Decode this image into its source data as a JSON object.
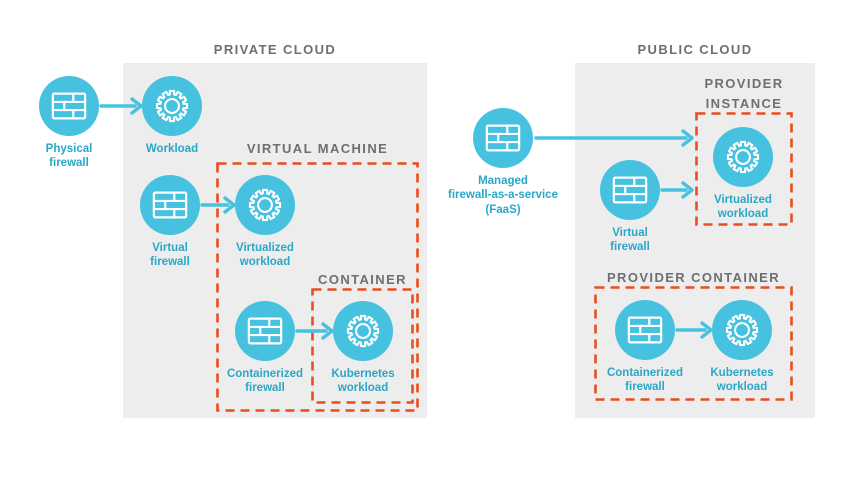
{
  "colors": {
    "cyan": "#46C1DF",
    "teal_text": "#2AA7C6",
    "gray_title": "#6E6F72",
    "box_bg": "#EDEDED",
    "orange": "#E84E1F",
    "icon_stroke": "#FFFFFF"
  },
  "sections": {
    "private": {
      "title": "PRIVATE CLOUD"
    },
    "public": {
      "title": "PUBLIC CLOUD"
    }
  },
  "groups": {
    "virtual_machine": {
      "title": "VIRTUAL MACHINE"
    },
    "container": {
      "title": "CONTAINER"
    },
    "provider_instance": {
      "title": "PROVIDER\nINSTANCE"
    },
    "provider_container": {
      "title": "PROVIDER CONTAINER"
    }
  },
  "nodes": [
    {
      "id": "physical-firewall",
      "icon": "firewall-brick-icon",
      "label": "Physical\nfirewall"
    },
    {
      "id": "workload",
      "icon": "workload-gear-icon",
      "label": "Workload"
    },
    {
      "id": "virtual-firewall-private",
      "icon": "firewall-brick-icon",
      "label": "Virtual\nfirewall"
    },
    {
      "id": "virtualized-workload-private",
      "icon": "workload-gear-icon",
      "label": "Virtualized\nworkload"
    },
    {
      "id": "containerized-firewall-private",
      "icon": "firewall-brick-icon",
      "label": "Containerized\nfirewall"
    },
    {
      "id": "kubernetes-workload-private",
      "icon": "workload-gear-icon",
      "label": "Kubernetes\nworkload"
    },
    {
      "id": "managed-faas",
      "icon": "firewall-brick-icon",
      "label": "Managed\nfirewall-as-a-service\n(FaaS)"
    },
    {
      "id": "virtual-firewall-public",
      "icon": "firewall-brick-icon",
      "label": "Virtual\nfirewall"
    },
    {
      "id": "virtualized-workload-public",
      "icon": "workload-gear-icon",
      "label": "Virtualized\nworkload"
    },
    {
      "id": "containerized-firewall-public",
      "icon": "firewall-brick-icon",
      "label": "Containerized\nfirewall"
    },
    {
      "id": "kubernetes-workload-public",
      "icon": "workload-gear-icon",
      "label": "Kubernetes\nworkload"
    }
  ],
  "arrows": [
    {
      "from": "physical-firewall",
      "to": "workload"
    },
    {
      "from": "virtual-firewall-private",
      "to": "virtualized-workload-private"
    },
    {
      "from": "containerized-firewall-private",
      "to": "kubernetes-workload-private"
    },
    {
      "from": "managed-faas",
      "to": "virtualized-workload-public"
    },
    {
      "from": "virtual-firewall-public",
      "to": "virtualized-workload-public"
    },
    {
      "from": "containerized-firewall-public",
      "to": "kubernetes-workload-public"
    }
  ]
}
